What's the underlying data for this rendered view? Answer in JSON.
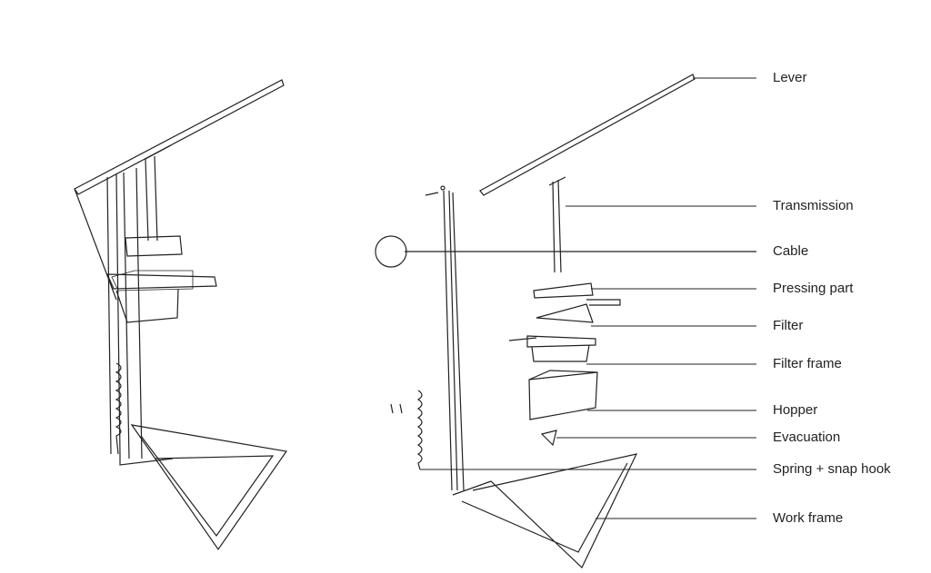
{
  "labels": {
    "lever": "Lever",
    "transmission": "Transmission",
    "cable": "Cable",
    "pressing_part": "Pressing part",
    "filter": "Filter",
    "filter_frame": "Filter frame",
    "hopper": "Hopper",
    "evacuation": "Evacuation",
    "spring": "Spring + snap hook",
    "work_frame": "Work frame"
  }
}
